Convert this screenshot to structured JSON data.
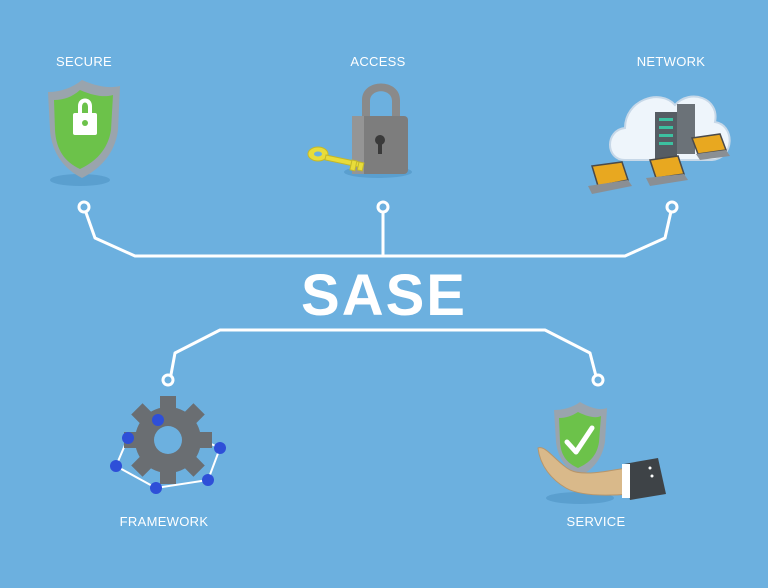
{
  "title": "SASE",
  "nodes": [
    {
      "id": "secure",
      "label": "SECURE",
      "icon": "shield-lock-icon"
    },
    {
      "id": "access",
      "label": "ACCESS",
      "icon": "padlock-key-icon"
    },
    {
      "id": "network",
      "label": "NETWORK",
      "icon": "cloud-server-laptops-icon"
    },
    {
      "id": "framework",
      "label": "FRAMEWORK",
      "icon": "gear-network-icon"
    },
    {
      "id": "service",
      "label": "SERVICE",
      "icon": "hand-shield-check-icon"
    }
  ],
  "colors": {
    "background": "#6cb0df",
    "line": "#ffffff",
    "shield_green": "#6cc24a",
    "metal_gray": "#7d7d7d",
    "key_yellow": "#e8dc3a",
    "node_blue": "#2e4fd8"
  }
}
